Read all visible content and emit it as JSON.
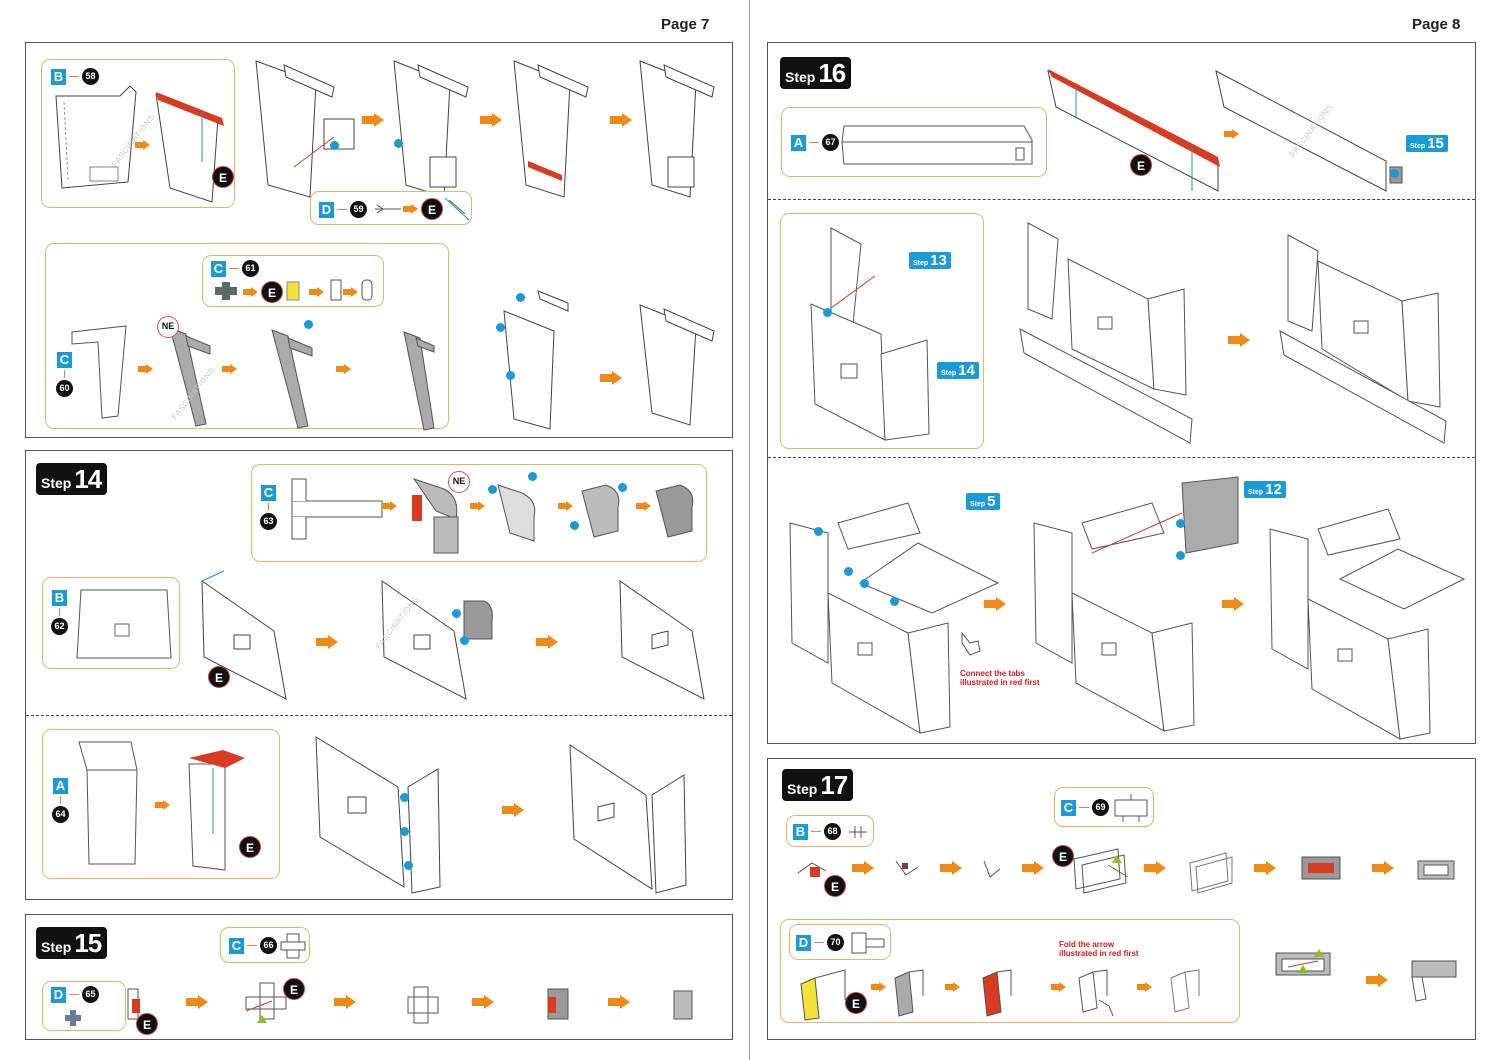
{
  "pages": {
    "left": {
      "label": "Page 7"
    },
    "right": {
      "label": "Page 8"
    }
  },
  "watermark": "FASCINATIONS",
  "marks": {
    "e": "E",
    "ne": "NE",
    "step_word": "Step"
  },
  "colors": {
    "accent_orange": "#f08a14",
    "sheet_blue": "#1a9ad6",
    "fold_red": "#d83a22",
    "tab_green": "#8cc21f"
  },
  "page7": {
    "section_top": {
      "callout_b58": {
        "sheet": "B",
        "part": "58"
      },
      "callout_d59": {
        "sheet": "D",
        "part": "59"
      },
      "callout_c61": {
        "sheet": "C",
        "part": "61"
      },
      "badge_c60": {
        "sheet": "C",
        "part": "60"
      }
    },
    "step14": {
      "number": "14",
      "callout_c63": {
        "sheet": "C",
        "part": "63"
      },
      "callout_b62": {
        "sheet": "B",
        "part": "62"
      },
      "callout_a64": {
        "sheet": "A",
        "part": "64"
      }
    },
    "step15": {
      "number": "15",
      "callout_c66": {
        "sheet": "C",
        "part": "66"
      },
      "callout_d65": {
        "sheet": "D",
        "part": "65"
      }
    }
  },
  "page8": {
    "step16": {
      "number": "16",
      "callout_a67": {
        "sheet": "A",
        "part": "67"
      },
      "ref_step15": "15",
      "ref_step13": "13",
      "ref_step14": "14",
      "ref_step5": "5",
      "ref_step12": "12",
      "note_tabs": "Connect the tabs illustrated in red first"
    },
    "step17": {
      "number": "17",
      "callout_b68": {
        "sheet": "B",
        "part": "68"
      },
      "callout_c69": {
        "sheet": "C",
        "part": "69"
      },
      "callout_d70": {
        "sheet": "D",
        "part": "70"
      },
      "note_fold": "Fold the arrow illustrated in red first"
    }
  }
}
